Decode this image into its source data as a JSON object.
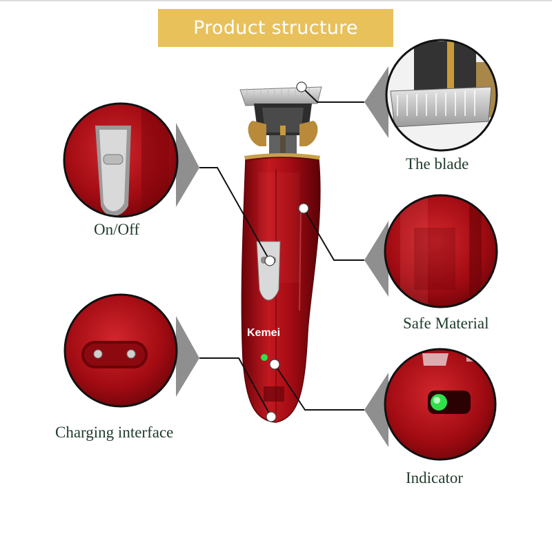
{
  "header": {
    "title": "Product structure"
  },
  "product": {
    "brand": "Kemei"
  },
  "callouts": [
    {
      "id": "on-off",
      "label": "On/Off"
    },
    {
      "id": "blade",
      "label": "The blade"
    },
    {
      "id": "safe-material",
      "label": "Safe Material"
    },
    {
      "id": "charging",
      "label": "Charging interface"
    },
    {
      "id": "indicator",
      "label": "Indicator"
    }
  ],
  "colors": {
    "banner": "#e9c15a",
    "body_red": "#a80c14",
    "label_text": "#1f3b2b",
    "indicator_led": "#2fe04a"
  }
}
